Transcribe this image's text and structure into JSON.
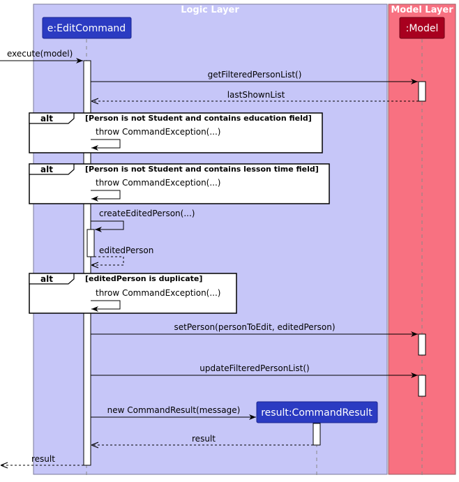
{
  "lanes": {
    "logic": "Logic Layer",
    "model": "Model Layer"
  },
  "participants": {
    "edit_command": "e:EditCommand",
    "model": ":Model",
    "result": "result:CommandResult"
  },
  "messages": {
    "execute": "execute(model)",
    "get_filtered": "getFilteredPersonList()",
    "last_shown": "lastShownList",
    "throw1": "throw CommandException(...)",
    "throw2": "throw CommandException(...)",
    "create_edited": "createEditedPerson(...)",
    "edited_person": "editedPerson",
    "throw3": "throw CommandException(...)",
    "set_person": "setPerson(personToEdit, editedPerson)",
    "update_filtered": "updateFilteredPersonList()",
    "new_result": "new CommandResult(message)",
    "result_return": "result",
    "result_final": "result"
  },
  "fragments": {
    "alt1": {
      "keyword": "alt",
      "guard": "[Person is not Student and contains education field]"
    },
    "alt2": {
      "keyword": "alt",
      "guard": "[Person is not Student and contains lesson time field]"
    },
    "alt3": {
      "keyword": "alt",
      "guard": "[editedPerson is duplicate]"
    }
  },
  "colors": {
    "logic_lane": "#c6c6f8",
    "model_lane": "#f87181",
    "participant_blue": "#2b3bc2",
    "participant_red": "#a8001f",
    "activation": "#ffffff"
  }
}
